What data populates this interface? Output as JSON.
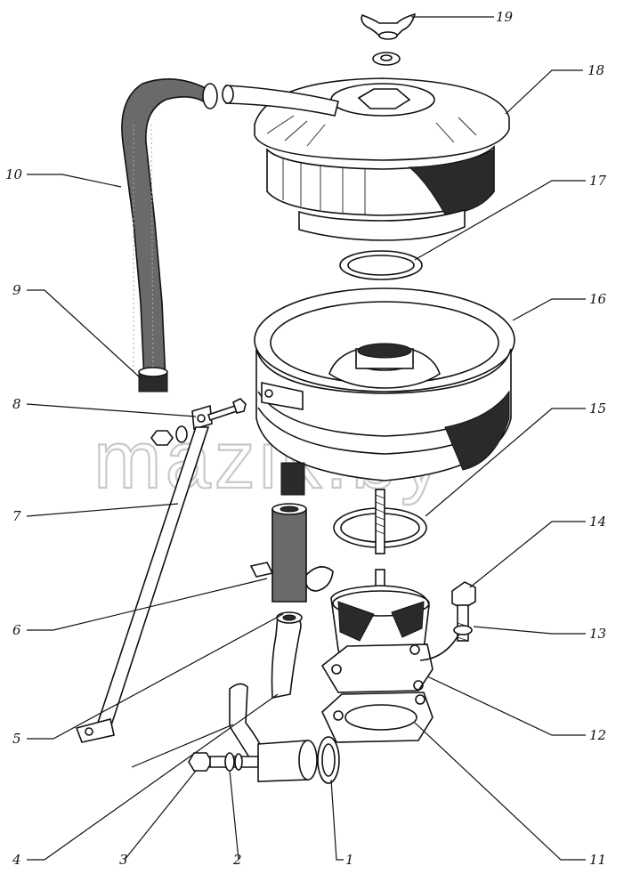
{
  "watermark": "mazik.by",
  "callouts": [
    {
      "label": "19"
    },
    {
      "label": "18"
    },
    {
      "label": "10"
    },
    {
      "label": "17"
    },
    {
      "label": "9"
    },
    {
      "label": "16"
    },
    {
      "label": "8"
    },
    {
      "label": "15"
    },
    {
      "label": "7"
    },
    {
      "label": "14"
    },
    {
      "label": "13"
    },
    {
      "label": "6"
    },
    {
      "label": "12"
    },
    {
      "label": "5"
    },
    {
      "label": "4"
    },
    {
      "label": "3"
    },
    {
      "label": "2"
    },
    {
      "label": "1"
    },
    {
      "label": "11"
    }
  ]
}
